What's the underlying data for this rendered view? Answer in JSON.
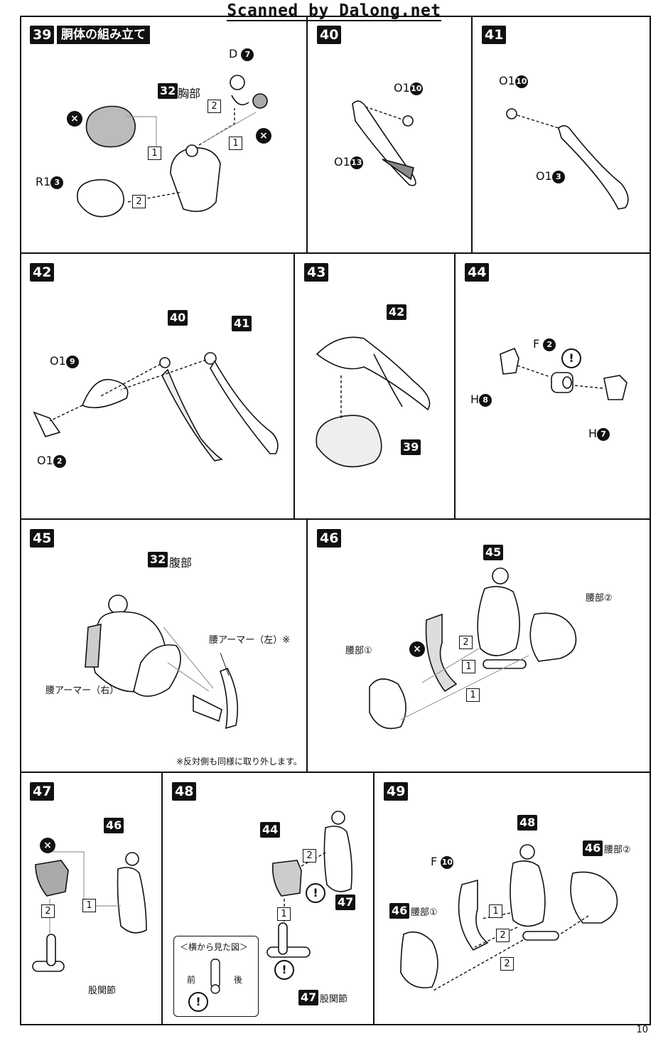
{
  "header": "Scanned by Dalong.net",
  "page_number": "10",
  "steps": {
    "s39": {
      "number": "39",
      "title": "胴体の組み立て",
      "ref_part": "32",
      "ref_label": "胸部",
      "part_d": "D",
      "part_d_num": "7",
      "part_r": "R1",
      "part_r_num": "3",
      "seq1": "1",
      "seq2": "2",
      "seq3": "2",
      "seq4": "1"
    },
    "s40": {
      "number": "40",
      "part_top": "O1",
      "part_top_num": "10",
      "part_bottom": "O1",
      "part_bottom_num": "13"
    },
    "s41": {
      "number": "41",
      "part_top": "O1",
      "part_top_num": "10",
      "part_bottom": "O1",
      "part_bottom_num": "3"
    },
    "s42": {
      "number": "42",
      "ref_a": "40",
      "ref_b": "41",
      "part_top": "O1",
      "part_top_num": "9",
      "part_bottom": "O1",
      "part_bottom_num": "2"
    },
    "s43": {
      "number": "43",
      "ref_a": "42",
      "ref_b": "39"
    },
    "s44": {
      "number": "44",
      "part_f": "F",
      "part_f_num": "2",
      "part_h1": "H",
      "part_h1_num": "8",
      "part_h2": "H",
      "part_h2_num": "7"
    },
    "s45": {
      "number": "45",
      "ref_part": "32",
      "ref_label": "腹部",
      "armor_left": "腰アーマー（左）※",
      "armor_right": "腰アーマー（右）",
      "note": "※反対側も同様に取り外します。"
    },
    "s46": {
      "number": "46",
      "ref": "45",
      "waist1": "腰部①",
      "waist2": "腰部②",
      "seq1": "2",
      "seq2": "1",
      "seq3": "1"
    },
    "s47": {
      "number": "47",
      "ref": "46",
      "hip": "股関節",
      "seq1": "2",
      "seq2": "1"
    },
    "s48": {
      "number": "48",
      "ref_a": "44",
      "ref_b": "47",
      "ref_c": "47",
      "hip": "股関節",
      "seq1": "2",
      "seq2": "1",
      "side_title": "＜横から見た図＞",
      "front": "前",
      "back": "後"
    },
    "s49": {
      "number": "49",
      "ref": "48",
      "part_f": "F",
      "part_f_num": "10",
      "ref_w1": "46",
      "waist1": "腰部①",
      "ref_w2": "46",
      "waist2": "腰部②",
      "seq1": "1",
      "seq2": "2",
      "seq3": "2"
    }
  },
  "icons": {
    "prohibit": "x-mark-icon",
    "caution": "exclamation-icon"
  },
  "icon_glyphs": {
    "x": "×",
    "warn": "!"
  }
}
